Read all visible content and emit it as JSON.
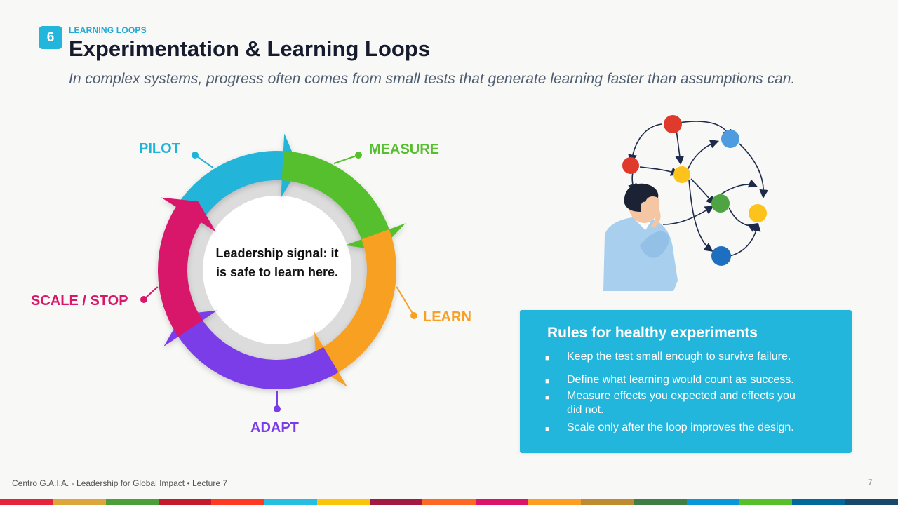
{
  "header": {
    "badge_number": "6",
    "kicker": "LEARNING LOOPS",
    "title": "Experimentation & Learning Loops",
    "subtitle": "In complex systems, progress often comes from small tests that generate learning faster than assumptions can."
  },
  "cycle": {
    "center_text": "Leadership signal: it is safe to learn here.",
    "stages": [
      {
        "label": "PILOT",
        "color": "#20b4d9"
      },
      {
        "label": "MEASURE",
        "color": "#57bf2f"
      },
      {
        "label": "LEARN",
        "color": "#f7a023"
      },
      {
        "label": "ADAPT",
        "color": "#7a3ce8"
      },
      {
        "label": "SCALE / STOP",
        "color": "#d8176b"
      }
    ]
  },
  "illustration": {
    "icon": "thinking-person-network-icon"
  },
  "rules": {
    "title": "Rules for healthy experiments",
    "bullet_glyph": "■",
    "items": [
      "Keep the test small enough to survive failure.",
      "Define what learning would count as success.",
      "Measure effects you expected and effects you did not.",
      "Scale only after the loop improves the design."
    ]
  },
  "footer": {
    "text": "Centro G.A.I.A. - Leadership for Global Impact • Lecture 7",
    "page": "7"
  },
  "colorbar": [
    "#e5243b",
    "#dda63a",
    "#4c9f38",
    "#c5192d",
    "#ff3a21",
    "#26bde2",
    "#fcc30b",
    "#a21942",
    "#fd6925",
    "#dd1367",
    "#fd9d24",
    "#bf8b2e",
    "#3f7e44",
    "#0a97d9",
    "#56c02b",
    "#00689d",
    "#19486a"
  ]
}
